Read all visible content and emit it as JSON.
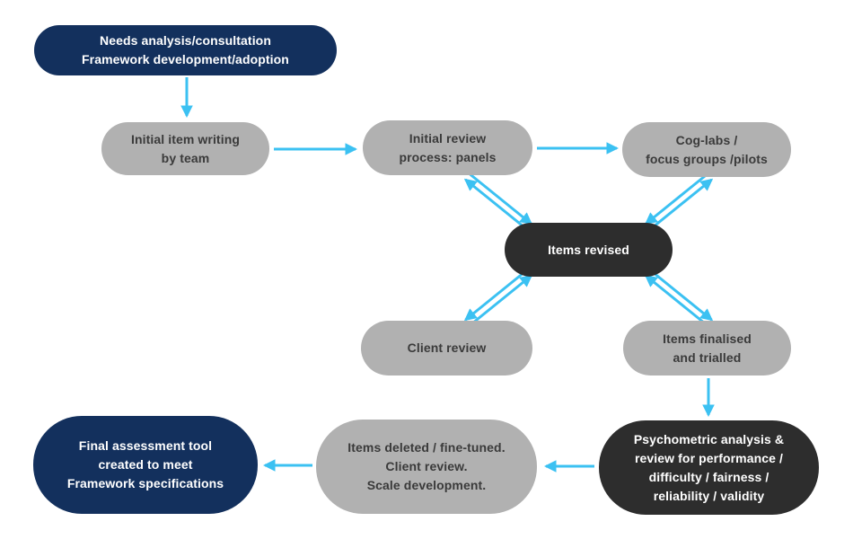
{
  "colors": {
    "navy": "#13305d",
    "gray": "#b1b1b1",
    "charcoal": "#2d2d2d",
    "arrow_blue": "#3bc1f2",
    "gray_box_text": "#3a3a3a",
    "dark_box_text": "#ffffff",
    "background": "#ffffff"
  },
  "diagram": {
    "type": "flowchart",
    "nodes": [
      {
        "id": "needs-analysis",
        "label": "Needs analysis/consultation\nFramework development/adoption",
        "color": "navy"
      },
      {
        "id": "initial-item-writing",
        "label": "Initial item writing\nby team",
        "color": "gray"
      },
      {
        "id": "initial-review",
        "label": "Initial review\nprocess: panels",
        "color": "gray"
      },
      {
        "id": "cog-labs",
        "label": "Cog-labs /\nfocus groups /pilots",
        "color": "gray"
      },
      {
        "id": "items-revised",
        "label": "Items revised",
        "color": "charcoal"
      },
      {
        "id": "client-review",
        "label": "Client review",
        "color": "gray"
      },
      {
        "id": "items-finalised",
        "label": "Items finalised\nand trialled",
        "color": "gray"
      },
      {
        "id": "psychometric-analysis",
        "label": "Psychometric analysis &\nreview for performance /\ndifficulty / fairness /\nreliability / validity",
        "color": "charcoal"
      },
      {
        "id": "items-deleted",
        "label": "Items deleted / fine-tuned.\nClient review.\nScale development.",
        "color": "gray"
      },
      {
        "id": "final-assessment",
        "label": "Final assessment tool\ncreated to meet\nFramework specifications",
        "color": "navy"
      }
    ],
    "edges": [
      {
        "from": "needs-analysis",
        "to": "initial-item-writing",
        "direction": "one-way"
      },
      {
        "from": "initial-item-writing",
        "to": "initial-review",
        "direction": "one-way"
      },
      {
        "from": "initial-review",
        "to": "cog-labs",
        "direction": "one-way"
      },
      {
        "from": "initial-review",
        "to": "items-revised",
        "direction": "two-way"
      },
      {
        "from": "cog-labs",
        "to": "items-revised",
        "direction": "two-way"
      },
      {
        "from": "items-revised",
        "to": "client-review",
        "direction": "two-way"
      },
      {
        "from": "items-revised",
        "to": "items-finalised",
        "direction": "two-way"
      },
      {
        "from": "items-finalised",
        "to": "psychometric-analysis",
        "direction": "one-way"
      },
      {
        "from": "psychometric-analysis",
        "to": "items-deleted",
        "direction": "one-way"
      },
      {
        "from": "items-deleted",
        "to": "final-assessment",
        "direction": "one-way"
      }
    ]
  }
}
